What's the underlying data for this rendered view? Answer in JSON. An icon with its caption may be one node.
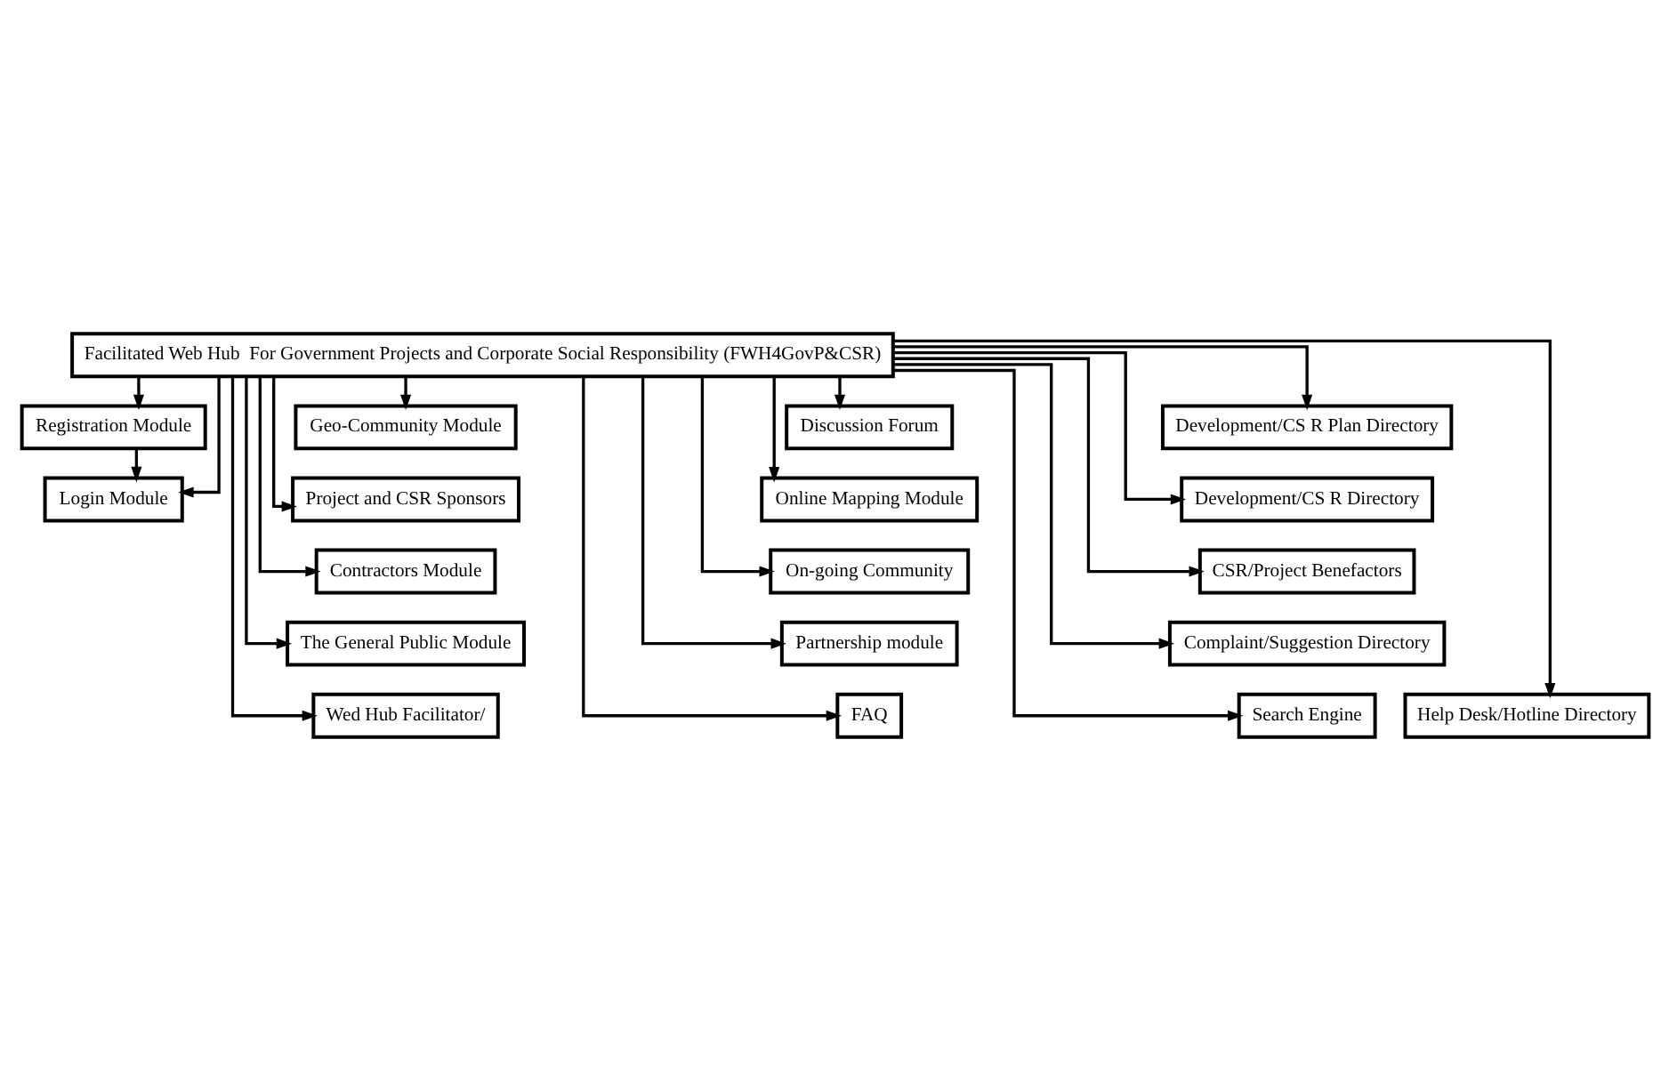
{
  "diagram": {
    "nodes": [
      {
        "text": [
          "Facilitated Web Hub  For Government Projects and Corporate Social Responsibility (FWH4GovP&CSR)"
        ]
      },
      {
        "text": [
          "Registration Module"
        ]
      },
      {
        "text": [
          "Login Module"
        ]
      },
      {
        "text": [
          "Geo-Community Module"
        ]
      },
      {
        "text": [
          "Project and CSR Sponsors"
        ]
      },
      {
        "text": [
          "Contractors Module"
        ]
      },
      {
        "text": [
          "The General Public Module"
        ]
      },
      {
        "text": [
          "Wed Hub Facilitator/"
        ]
      },
      {
        "text": [
          "Discussion Forum"
        ]
      },
      {
        "text": [
          "Online Mapping Module"
        ]
      },
      {
        "text": [
          "On-going Community"
        ]
      },
      {
        "text": [
          "Partnership module"
        ]
      },
      {
        "text": [
          "Development/CS R Plan Directory"
        ]
      },
      {
        "text": [
          "Development/CS R Directory"
        ]
      },
      {
        "text": [
          "CSR/Project Benefactors"
        ]
      },
      {
        "text": [
          "Complaint/Suggestion Directory"
        ]
      },
      {
        "text": [
          "FAQ"
        ]
      },
      {
        "text": [
          "Search Engine"
        ]
      },
      {
        "text": [
          "Help Desk/Hotline Directory"
        ]
      }
    ],
    "edges": [
      {
        "from": 0,
        "to": 1,
        "arrow": "to"
      },
      {
        "from": 1,
        "to": 2,
        "arrow": "to"
      },
      {
        "from": 0,
        "to": 2,
        "arrow": "to"
      },
      {
        "from": 0,
        "to": 3,
        "arrow": "to"
      },
      {
        "from": 0,
        "to": 4,
        "arrow": "to"
      },
      {
        "from": 0,
        "to": 5,
        "arrow": "to"
      },
      {
        "from": 0,
        "to": 6,
        "arrow": "to"
      },
      {
        "from": 0,
        "to": 7,
        "arrow": "to"
      },
      {
        "from": 0,
        "to": 8,
        "arrow": "to"
      },
      {
        "from": 0,
        "to": 9,
        "arrow": "to"
      },
      {
        "from": 0,
        "to": 10,
        "arrow": "to"
      },
      {
        "from": 0,
        "to": 11,
        "arrow": "to"
      },
      {
        "from": 0,
        "to": 12,
        "arrow": "to"
      },
      {
        "from": 0,
        "to": 13,
        "arrow": "to"
      },
      {
        "from": 0,
        "to": 14,
        "arrow": "to"
      },
      {
        "from": 0,
        "to": 15,
        "arrow": "to"
      },
      {
        "from": 0,
        "to": 16,
        "arrow": "to"
      },
      {
        "from": 0,
        "to": 17,
        "arrow": "to"
      },
      {
        "from": 0,
        "to": 18,
        "arrow": "to"
      }
    ]
  }
}
